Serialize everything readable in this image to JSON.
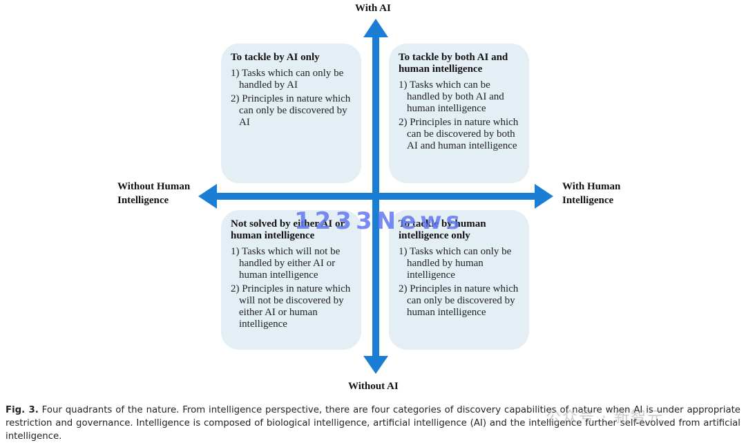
{
  "axes": {
    "top": "With AI",
    "bottom": "Without AI",
    "left": "Without Human\nIntelligence",
    "right": "With Human\nIntelligence"
  },
  "quadrants": {
    "top_left": {
      "title": "To tackle by AI only",
      "items": [
        "1) Tasks which can only be handled by AI",
        "2) Principles in nature which can only be discovered by AI"
      ]
    },
    "top_right": {
      "title": "To tackle by both AI and human intelligence",
      "items": [
        "1) Tasks which can be handled by both AI and human intelligence",
        "2) Principles in nature which can be discovered by both AI and human intelligence"
      ]
    },
    "bottom_left": {
      "title": "Not solved by either AI or human intelligence",
      "items": [
        "1) Tasks which will not be handled by either AI or human intelligence",
        "2) Principles in nature which will not be discovered by either AI or human intelligence"
      ]
    },
    "bottom_right": {
      "title": "To tackle by human intelligence only",
      "items": [
        "1) Tasks which can only be handled by human intelligence",
        "2) Principles in nature which can only be discovered by human intelligence"
      ]
    }
  },
  "watermark": "1233News",
  "caption": {
    "label": "Fig. 3.",
    "text": "Four quadrants of the nature. From intelligence perspective, there are four categories of discovery capabilities of nature when AI is under appropriate restriction and governance. Intelligence is composed of biological intelligence, artificial intelligence (AI) and the intelligence further self-evolved from artificial intelligence."
  },
  "caption_watermark": "公众号 · 新智元",
  "colors": {
    "arrow": "#1a7fd4",
    "box": "#e4eef5",
    "watermark": "#6078f0"
  }
}
